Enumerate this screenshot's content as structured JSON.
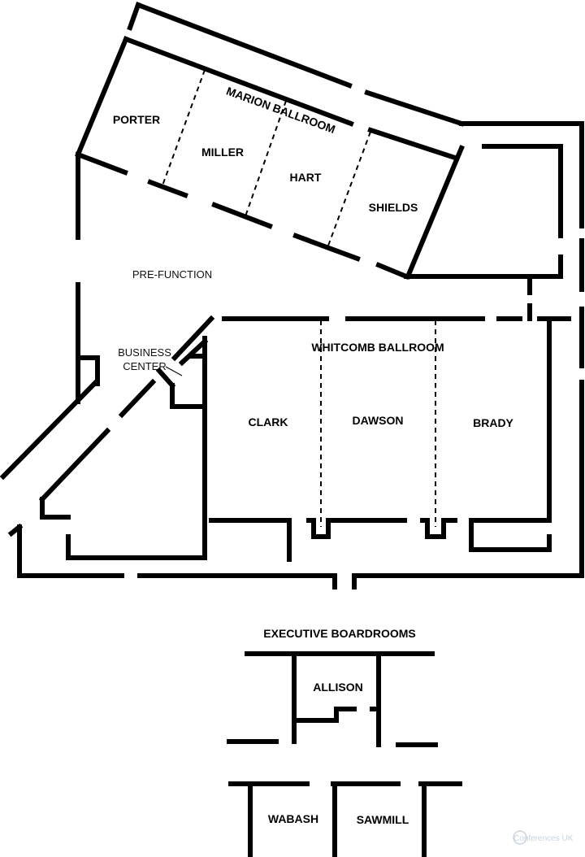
{
  "rooms": {
    "marion_ballroom": "MARION BALLROOM",
    "porter": "PORTER",
    "miller": "MILLER",
    "hart": "HART",
    "shields": "SHIELDS",
    "pre_function": "PRE-FUNCTION",
    "business_center_line1": "BUSINESS",
    "business_center_line2": "CENTER",
    "whitcomb_ballroom": "WHITCOMB BALLROOM",
    "clark": "CLARK",
    "dawson": "DAWSON",
    "brady": "BRADY",
    "executive_boardrooms": "EXECUTIVE BOARDROOMS",
    "allison": "ALLISON",
    "wabash": "WABASH",
    "sawmill": "SAWMILL"
  },
  "watermark": "Conferences UK"
}
